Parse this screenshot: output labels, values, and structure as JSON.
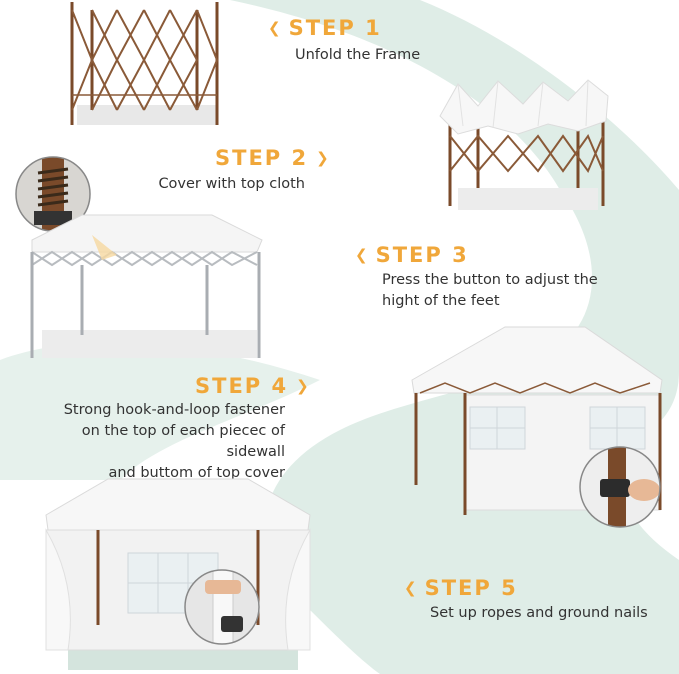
{
  "colors": {
    "accent": "#f0a73a",
    "swoosh": "#dcebe5",
    "frame_brown": "#7a4a2a",
    "frame_silver": "#b8bcc0",
    "canopy": "#f7f7f7"
  },
  "steps": [
    {
      "title": "STEP 1",
      "lines": [
        "Unfold the Frame"
      ]
    },
    {
      "title": "STEP 2",
      "lines": [
        "Cover with top cloth"
      ]
    },
    {
      "title": "STEP 3",
      "lines": [
        "Press the button to adjust the",
        "hight of the feet"
      ]
    },
    {
      "title": "STEP 4",
      "lines": [
        "Strong hook-and-loop fastener",
        "on the top of each piecec of sidewall",
        "and buttom of top cover"
      ]
    },
    {
      "title": "STEP 5",
      "lines": [
        "Set up ropes and ground nails"
      ]
    }
  ],
  "icons": {
    "chevron_left": "❮",
    "chevron_right": "❯"
  }
}
